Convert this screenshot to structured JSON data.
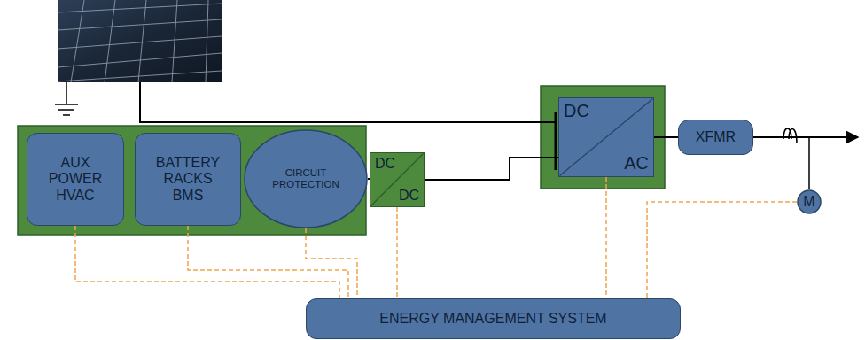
{
  "diagram": {
    "nodes": [
      {
        "text": [
          "AUX POWER HVAC"
        ]
      },
      {
        "text": [
          "BATTERY RACKS BMS"
        ]
      },
      {
        "text": [
          "CIRCUIT PROTECTION"
        ]
      },
      {
        "text": [
          "DC",
          "DC"
        ]
      },
      {
        "text": [
          "DC",
          "AC"
        ]
      },
      {
        "text": [
          "XFMR"
        ]
      },
      {
        "text": [
          "M"
        ]
      },
      {
        "text": [
          "ENERGY MANAGEMENT SYSTEM"
        ]
      }
    ],
    "edges": [
      {
        "from": 2,
        "to": 3,
        "arrow": "none"
      },
      {
        "from": 3,
        "to": 4,
        "arrow": "none"
      },
      {
        "from": 4,
        "to": 5,
        "arrow": "none"
      },
      {
        "from": 0,
        "to": 7,
        "arrow": "none"
      },
      {
        "from": 1,
        "to": 7,
        "arrow": "none"
      },
      {
        "from": 2,
        "to": 7,
        "arrow": "none"
      },
      {
        "from": 3,
        "to": 7,
        "arrow": "none"
      },
      {
        "from": 4,
        "to": 7,
        "arrow": "none"
      },
      {
        "from": 6,
        "to": 7,
        "arrow": "none"
      }
    ]
  }
}
